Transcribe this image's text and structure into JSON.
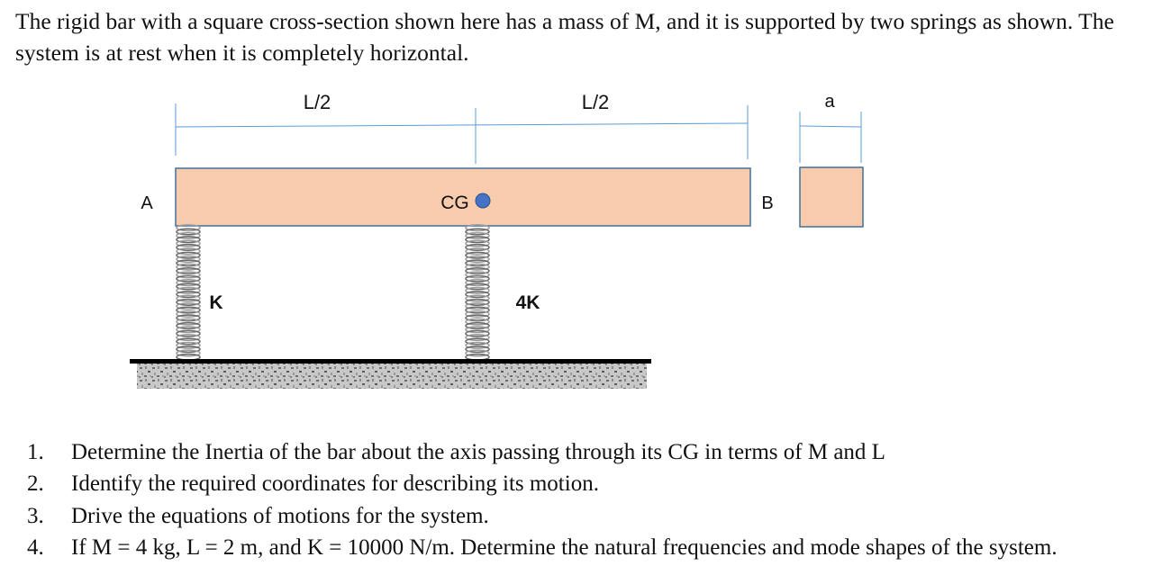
{
  "intro": "The rigid bar with a square cross-section shown here has a mass of M, and it is supported by two springs as shown. The system is at rest when it is completely horizontal.",
  "diagram": {
    "dim_left": "L/2",
    "dim_right": "L/2",
    "dim_section": "a",
    "end_a": "A",
    "end_b": "B",
    "cg_label": "CG",
    "spring_left": "K",
    "spring_right": "4K",
    "colors": {
      "bar_fill": "#f8cbad",
      "bar_stroke": "#41719c",
      "cg_dot": "#4472c4",
      "dimension_line": "#5b9bd5",
      "ground": "#000000"
    }
  },
  "questions": [
    {
      "num": "1.",
      "text": "Determine the Inertia of the bar about the axis passing through its CG in terms of M and L"
    },
    {
      "num": "2.",
      "text": "Identify the required coordinates for describing its motion."
    },
    {
      "num": "3.",
      "text": "Drive the equations of motions for the system."
    },
    {
      "num": "4.",
      "text": "If M = 4 kg, L = 2 m, and K = 10000 N/m. Determine the natural frequencies and mode shapes of the system."
    }
  ]
}
